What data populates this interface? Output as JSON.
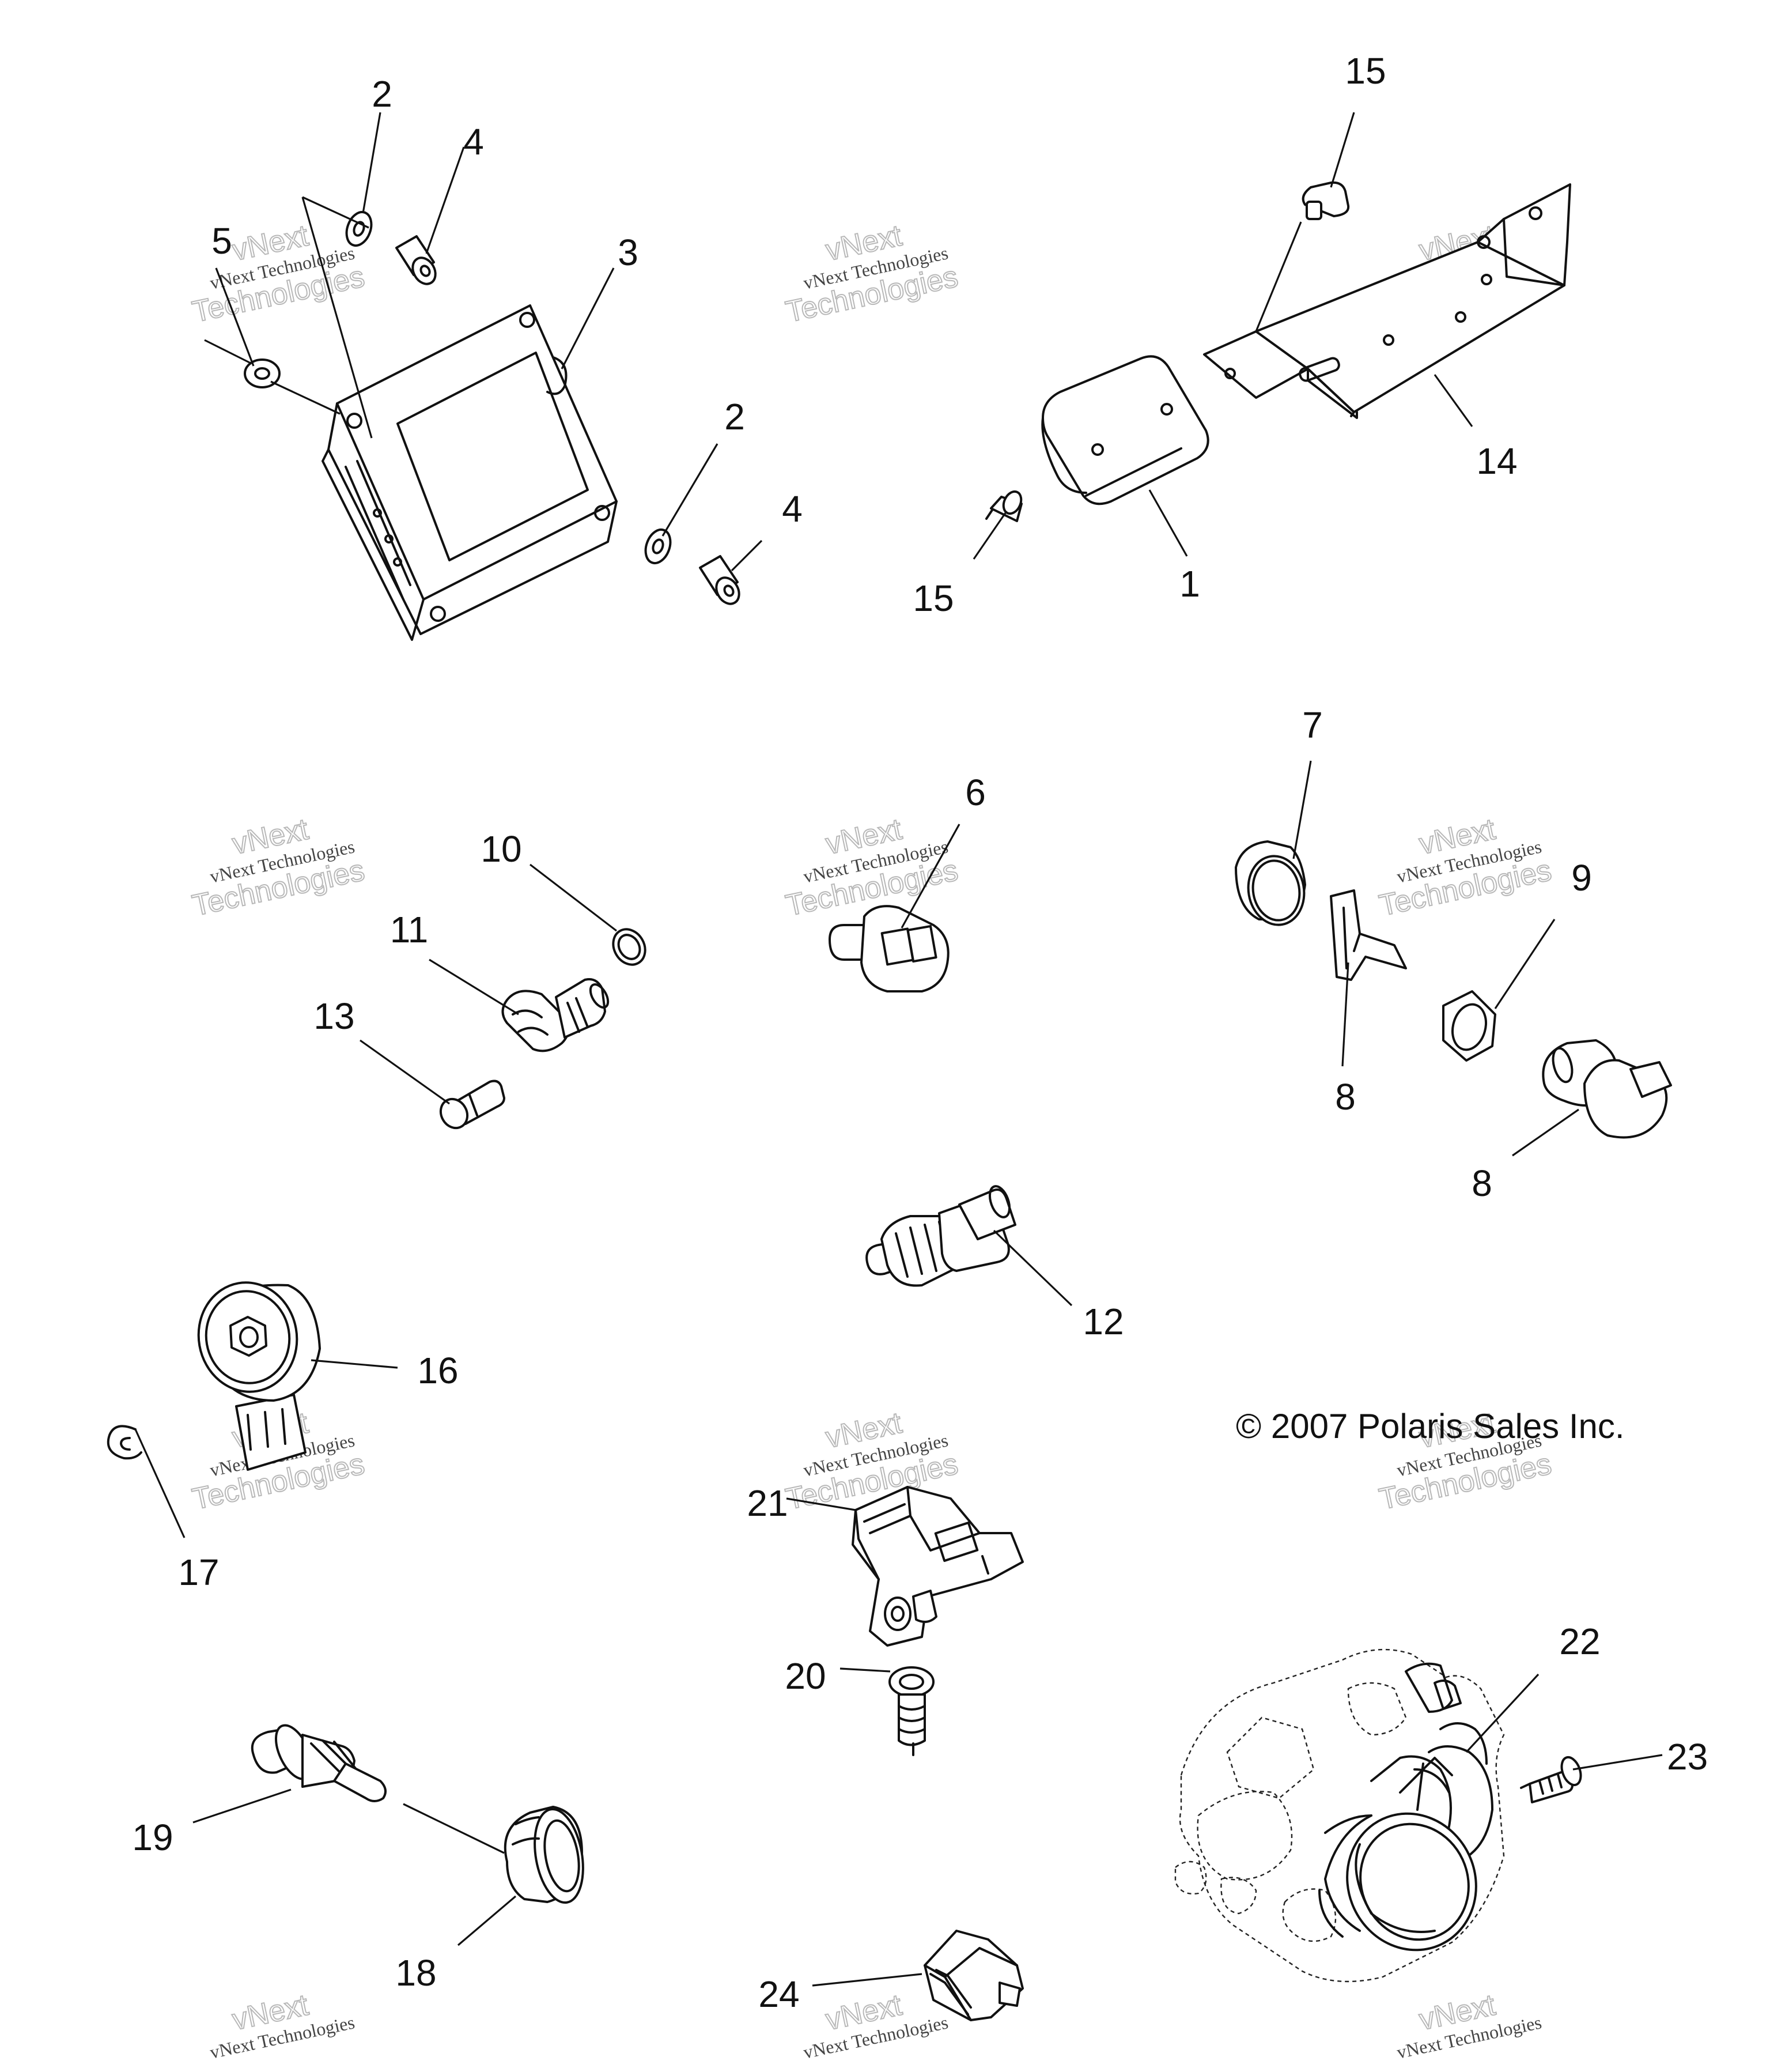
{
  "copyright": "© 2007 Polaris Sales Inc.",
  "watermark": {
    "brand": "vNext",
    "line1": "vNext Technologies",
    "line2": "Technologies"
  },
  "callouts": {
    "c1": "1",
    "c2a": "2",
    "c2b": "2",
    "c3": "3",
    "c4a": "4",
    "c4b": "4",
    "c5": "5",
    "c6": "6",
    "c7": "7",
    "c8a": "8",
    "c8b": "8",
    "c9": "9",
    "c10": "10",
    "c11": "11",
    "c12": "12",
    "c13": "13",
    "c14": "14",
    "c15a": "15",
    "c15b": "15",
    "c16": "16",
    "c17": "17",
    "c18": "18",
    "c19": "19",
    "c20": "20",
    "c21": "21",
    "c22": "22",
    "c23": "23",
    "c24": "24"
  }
}
